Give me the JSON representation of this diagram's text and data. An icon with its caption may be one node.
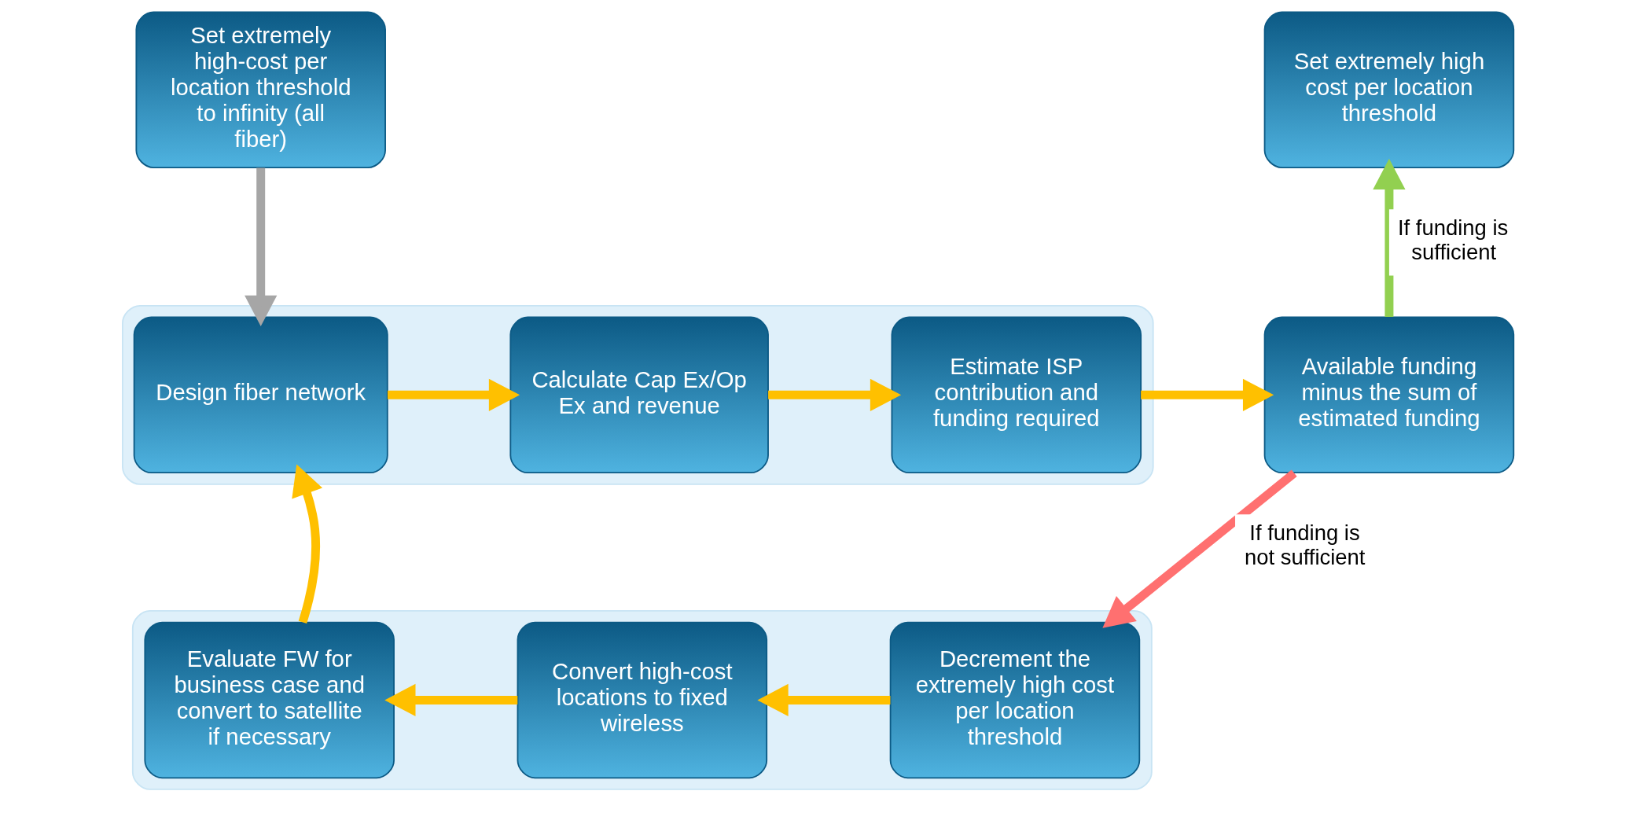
{
  "diagram": {
    "nodes": [
      {
        "text": [
          "Set extremely high-cost per location threshold to infinity (all fiber)"
        ]
      },
      {
        "text": [
          "Set extremely high cost per location threshold"
        ]
      },
      {
        "text": [],
        "shape": "box"
      },
      {
        "text": [
          "Design fiber network"
        ],
        "in": 2
      },
      {
        "text": [
          "Calculate Cap Ex/Op Ex and revenue"
        ],
        "in": 2
      },
      {
        "text": [
          "Estimate ISP contribution and funding required"
        ],
        "in": 2
      },
      {
        "text": [
          "Available funding minus the sum of estimated funding"
        ]
      },
      {
        "text": [],
        "shape": "box"
      },
      {
        "text": [
          "Evaluate FW for business case and convert to satellite if necessary"
        ],
        "in": 7
      },
      {
        "text": [
          "Convert high-cost locations to fixed wireless"
        ],
        "in": 7
      },
      {
        "text": [
          "Decrement the extremely high cost per location threshold"
        ],
        "in": 7
      }
    ],
    "edges": [
      {
        "from": 0,
        "to": 3,
        "arrow": "to",
        "color": "#a6a6a6"
      },
      {
        "from": 3,
        "to": 4,
        "arrow": "to"
      },
      {
        "from": 4,
        "to": 5,
        "arrow": "to"
      },
      {
        "from": 5,
        "to": 6,
        "arrow": "to"
      },
      {
        "from": 6,
        "to": 1,
        "arrow": "to",
        "label": "If funding is sufficient",
        "color": "#92d050"
      },
      {
        "from": 6,
        "to": 10,
        "arrow": "to",
        "label": "If funding is not sufficient",
        "color": "#ff7070"
      },
      {
        "from": 10,
        "to": 9,
        "arrow": "to"
      },
      {
        "from": 9,
        "to": 8,
        "arrow": "to"
      },
      {
        "from": 8,
        "to": 3,
        "arrow": "to"
      }
    ]
  }
}
